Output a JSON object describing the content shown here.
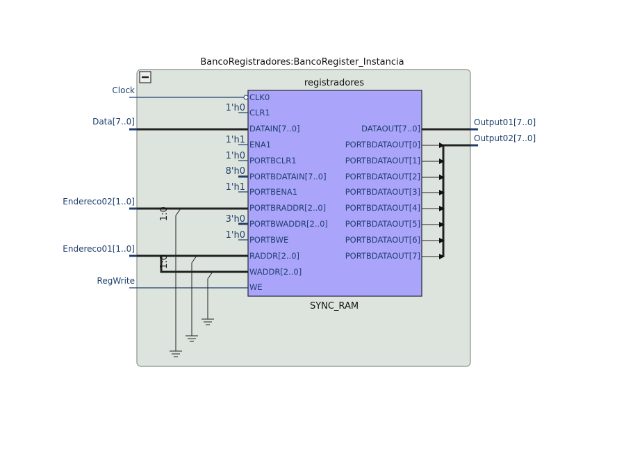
{
  "instance": {
    "title": "BancoRegistradores:BancoRegister_Instancia"
  },
  "block": {
    "name": "registradores",
    "type": "SYNC_RAM"
  },
  "inputs": {
    "clock": "Clock",
    "data": "Data[7..0]",
    "endereco02": "Endereco02[1..0]",
    "endereco01": "Endereco01[1..0]",
    "regwrite": "RegWrite"
  },
  "outputs": {
    "output01": "Output01[7..0]",
    "output02": "Output02[7..0]"
  },
  "ports_left": [
    "CLK0",
    "CLR1",
    "DATAIN[7..0]",
    "ENA1",
    "PORTBCLR1",
    "PORTBDATAIN[7..0]",
    "PORTBENA1",
    "PORTBRADDR[2..0]",
    "PORTBWADDR[2..0]",
    "PORTBWE",
    "RADDR[2..0]",
    "WADDR[2..0]",
    "WE"
  ],
  "ports_right": [
    "DATAOUT[7..0]",
    "PORTBDATAOUT[0]",
    "PORTBDATAOUT[1]",
    "PORTBDATAOUT[2]",
    "PORTBDATAOUT[3]",
    "PORTBDATAOUT[4]",
    "PORTBDATAOUT[5]",
    "PORTBDATAOUT[6]",
    "PORTBDATAOUT[7]"
  ],
  "constants": {
    "clr1": "1'h0",
    "ena1": "1'h1",
    "portbclr1": "1'h0",
    "portbdatain": "8'h0",
    "portbena1": "1'h1",
    "portbwaddr": "3'h0",
    "portbwe": "1'h0"
  },
  "slices": {
    "endereco02": "1:0",
    "endereco01": "1:0"
  },
  "colors": {
    "block_fill": "#aaa4fb",
    "container_fill": "#dde4dd",
    "wire": "#1f3f6e"
  }
}
